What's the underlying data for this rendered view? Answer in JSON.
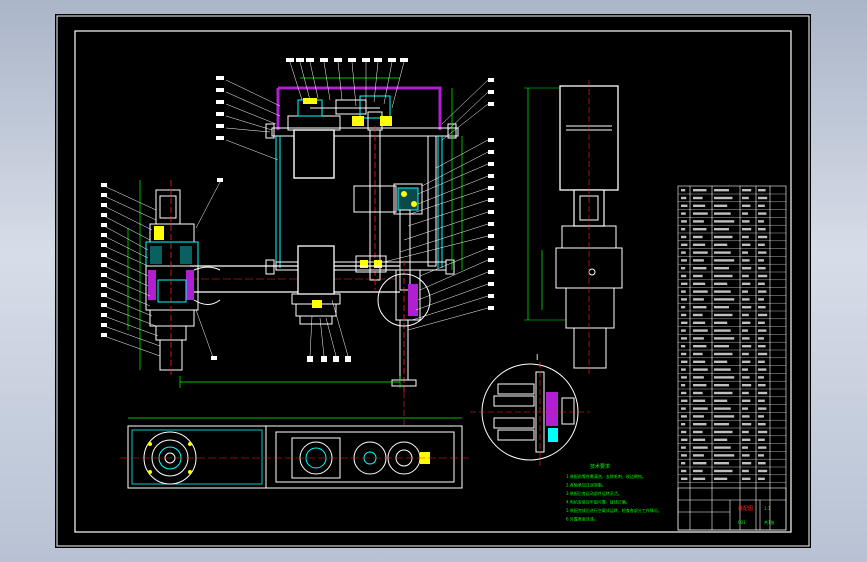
{
  "drawing": {
    "section_label": "I",
    "tech_requirements": {
      "title": "技术要求",
      "lines": [
        "1.装配前零件需清洗，去除毛刺、锐边倒钝。",
        "2.各轴承加注润滑脂。",
        "3.装配后各运动部件运转灵活。",
        "4.电机安装应牢固可靠，接线正确。",
        "5.装配完成后进行空载试运转，检查各部分工作情况。",
        "6.外露表面涂漆。"
      ]
    },
    "title_block": {
      "name": "装配图",
      "scale": "1:1",
      "sheet": "共1张",
      "drawing_no": "001"
    }
  },
  "colors": {
    "background": "#000000",
    "frame": "#ffffff",
    "outline": "#ffffff",
    "dimension": "#00ff00",
    "accent_purple": "#b020d0",
    "accent_cyan": "#00ffff",
    "accent_yellow": "#ffff00",
    "accent_red": "#ff2020"
  }
}
